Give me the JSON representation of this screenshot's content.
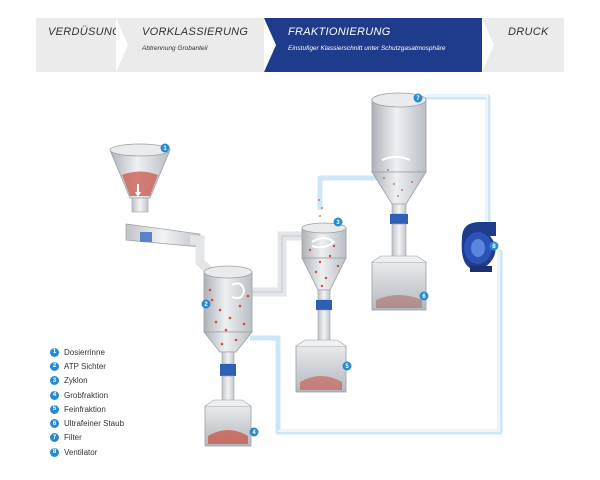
{
  "process_steps": [
    {
      "title": "VERDÜSUNG",
      "subtitle": ""
    },
    {
      "title": "VORKLASSIERUNG",
      "subtitle": "Abtrennung Grobanteil"
    },
    {
      "title": "FRAKTIONIERUNG",
      "subtitle": "Einstufiger Klassierschnitt unter Schutzgasatmosphäre"
    },
    {
      "title": "DRUCK",
      "subtitle": ""
    }
  ],
  "active_step": "FRAKTIONIERUNG",
  "legend": [
    {
      "num": "1",
      "label": "Dosierrinne"
    },
    {
      "num": "2",
      "label": "ATP Sichter"
    },
    {
      "num": "3",
      "label": "Zyklon"
    },
    {
      "num": "4",
      "label": "Grobfraktion"
    },
    {
      "num": "5",
      "label": "Feinfraktion"
    },
    {
      "num": "6",
      "label": "Ultrafeiner Staub"
    },
    {
      "num": "7",
      "label": "Filter"
    },
    {
      "num": "8",
      "label": "Ventilator"
    }
  ],
  "colors": {
    "active_step": "#1f3b8c",
    "inactive_step": "#ebebec",
    "marker": "#2a8ad0",
    "pipe": "#c9e3f3",
    "particles": "#d64a3a",
    "fan": "#1f3b8c"
  }
}
